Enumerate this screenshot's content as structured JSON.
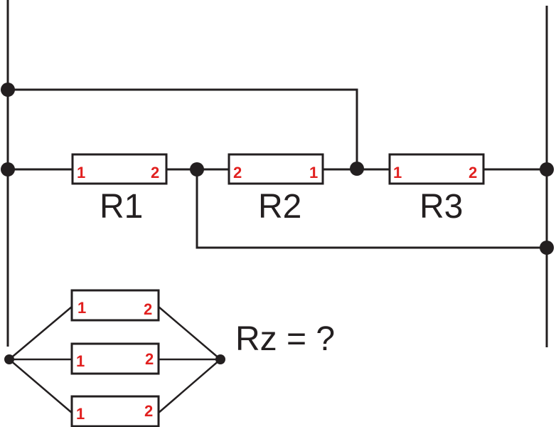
{
  "diagram": {
    "type": "circuit-schematic",
    "resistors": [
      {
        "name": "R1",
        "left_pin": "1",
        "right_pin": "2"
      },
      {
        "name": "R2",
        "left_pin": "2",
        "right_pin": "1"
      },
      {
        "name": "R3",
        "left_pin": "1",
        "right_pin": "2"
      }
    ],
    "parallel_diagram": {
      "resistors": [
        {
          "left_pin": "1",
          "right_pin": "2"
        },
        {
          "left_pin": "1",
          "right_pin": "2"
        },
        {
          "left_pin": "1",
          "right_pin": "2"
        }
      ]
    },
    "question": "Rz = ?",
    "colors": {
      "wire": "#231f20",
      "pin_label": "#e1201f"
    }
  }
}
